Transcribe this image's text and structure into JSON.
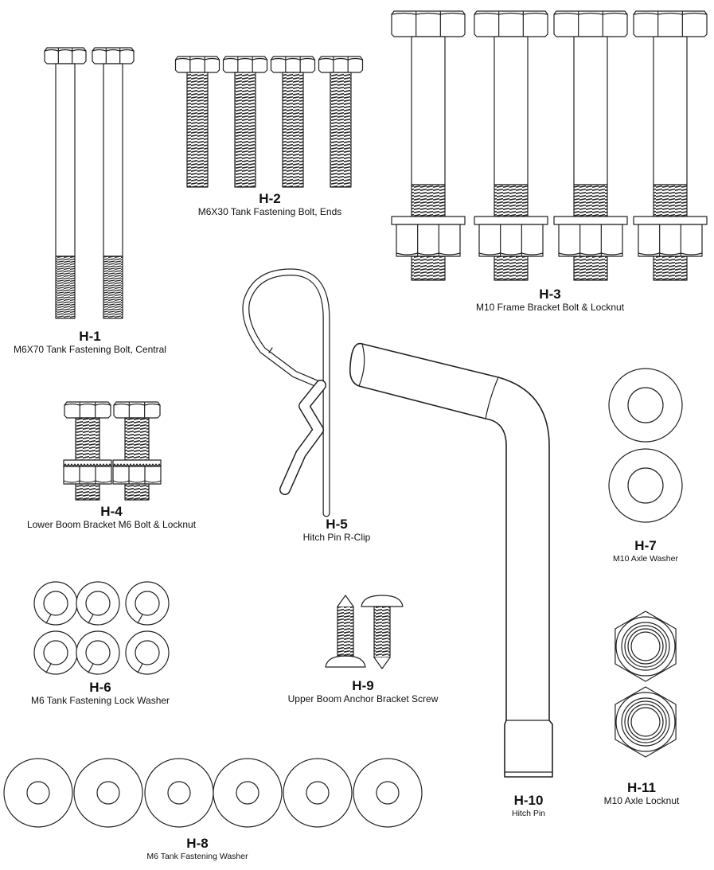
{
  "parts": [
    {
      "code": "H-1",
      "name": "M6X70 Tank Fastening Bolt, Central",
      "count": 2
    },
    {
      "code": "H-2",
      "name": "M6X30 Tank Fastening Bolt, Ends",
      "count": 4
    },
    {
      "code": "H-3",
      "name": "M10 Frame Bracket Bolt & Locknut",
      "count": 4
    },
    {
      "code": "H-4",
      "name": "Lower Boom Bracket M6 Bolt & Locknut",
      "count": 2
    },
    {
      "code": "H-5",
      "name": "Hitch Pin R-Clip",
      "count": 1
    },
    {
      "code": "H-6",
      "name": "M6 Tank Fastening Lock Washer",
      "count": 6
    },
    {
      "code": "H-7",
      "name": "M10 Axle Washer",
      "count": 2
    },
    {
      "code": "H-8",
      "name": "M6 Tank Fastening Washer",
      "count": 6
    },
    {
      "code": "H-9",
      "name": "Upper Boom Anchor Bracket Screw",
      "count": 2
    },
    {
      "code": "H-10",
      "name": "Hitch Pin",
      "count": 1
    },
    {
      "code": "H-11",
      "name": "M10 Axle Locknut",
      "count": 2
    }
  ],
  "icons": {
    "bolt": "hex-bolt-icon",
    "washer": "flat-washer-icon",
    "lock_washer": "split-lock-washer-icon",
    "nut": "hex-locknut-icon",
    "screw": "pan-head-screw-icon",
    "pin": "hitch-pin-icon",
    "clip": "r-clip-icon"
  },
  "colors": {
    "line": "#222222",
    "background": "#ffffff"
  }
}
